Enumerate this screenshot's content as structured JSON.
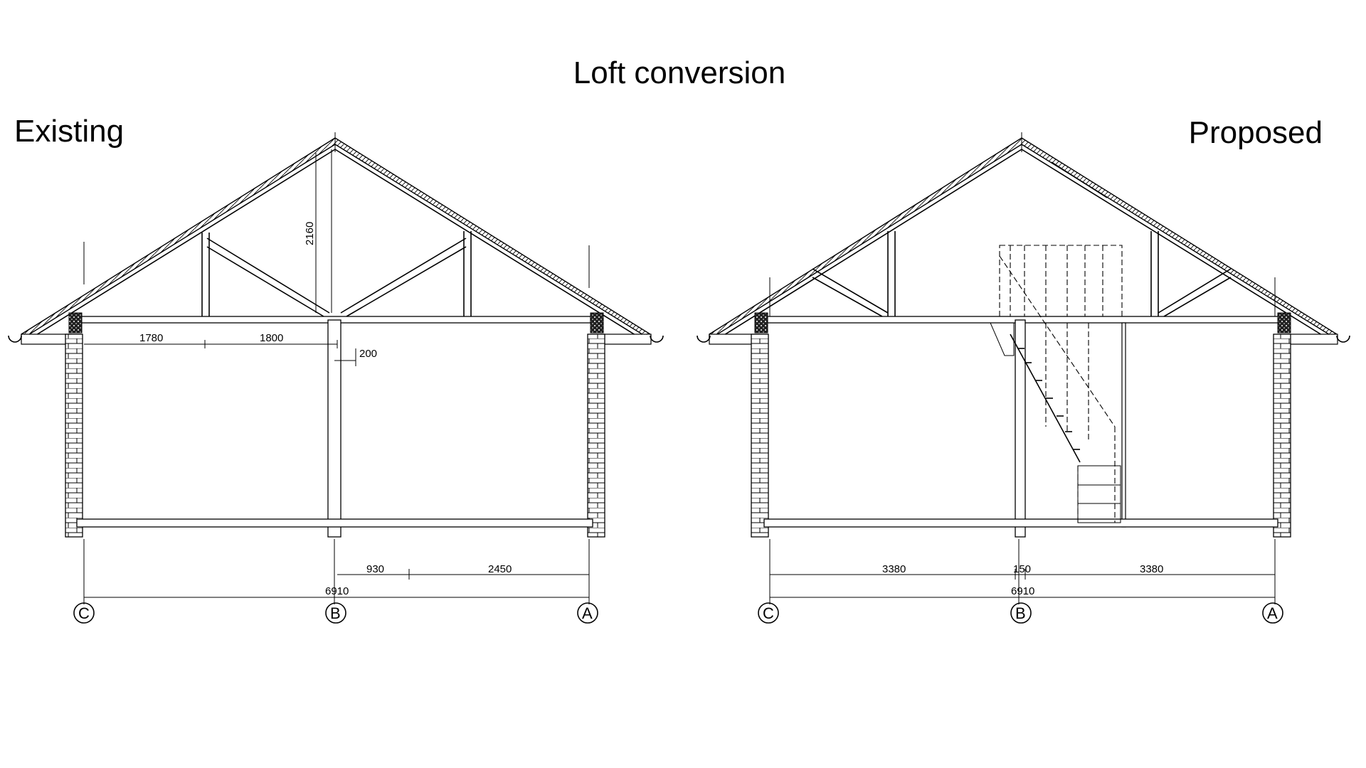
{
  "title": "Loft conversion",
  "existing": {
    "label": "Existing",
    "dims": {
      "d1780": "1780",
      "d1800": "1800",
      "d200": "200",
      "d2160": "2160",
      "d930": "930",
      "d2450": "2450",
      "d6910": "6910"
    },
    "grid": {
      "c": "C",
      "b": "B",
      "a": "A"
    }
  },
  "proposed": {
    "label": "Proposed",
    "dims": {
      "d3380_left": "3380",
      "d150": "150",
      "d3380_right": "3380",
      "d6910": "6910"
    },
    "grid": {
      "c": "C",
      "b": "B",
      "a": "A"
    }
  }
}
